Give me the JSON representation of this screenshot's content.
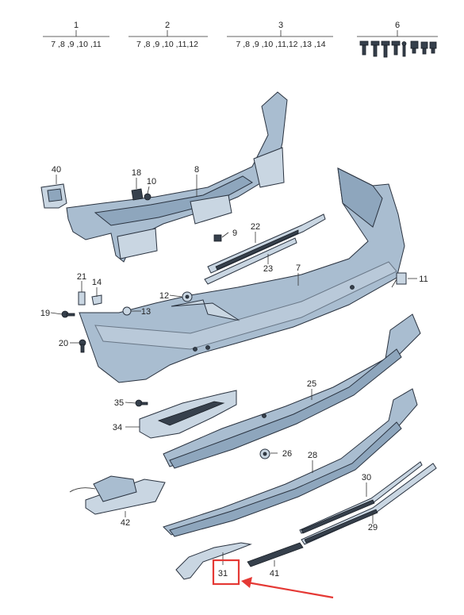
{
  "top_groups": [
    {
      "num": "1",
      "sub": "7 ,8 ,9 ,10 ,11"
    },
    {
      "num": "2",
      "sub": "7 ,8 ,9 ,10 ,11,12"
    },
    {
      "num": "3",
      "sub": "7 ,8 ,9 ,10 ,11,12 ,13 ,14"
    },
    {
      "num": "6",
      "sub": ""
    }
  ],
  "callouts": {
    "c40": "40",
    "c18": "18",
    "c10": "10",
    "c8": "8",
    "c9": "9",
    "c22": "22",
    "c23": "23",
    "c7": "7",
    "c11": "11",
    "c21": "21",
    "c14": "14",
    "c12": "12",
    "c19": "19",
    "c13": "13",
    "c20": "20",
    "c25": "25",
    "c35": "35",
    "c34": "34",
    "c26": "26",
    "c28": "28",
    "c30": "30",
    "c29": "29",
    "c42": "42",
    "c31": "31",
    "c41": "41"
  },
  "highlight": {
    "target": "31",
    "color": "#e53935"
  }
}
